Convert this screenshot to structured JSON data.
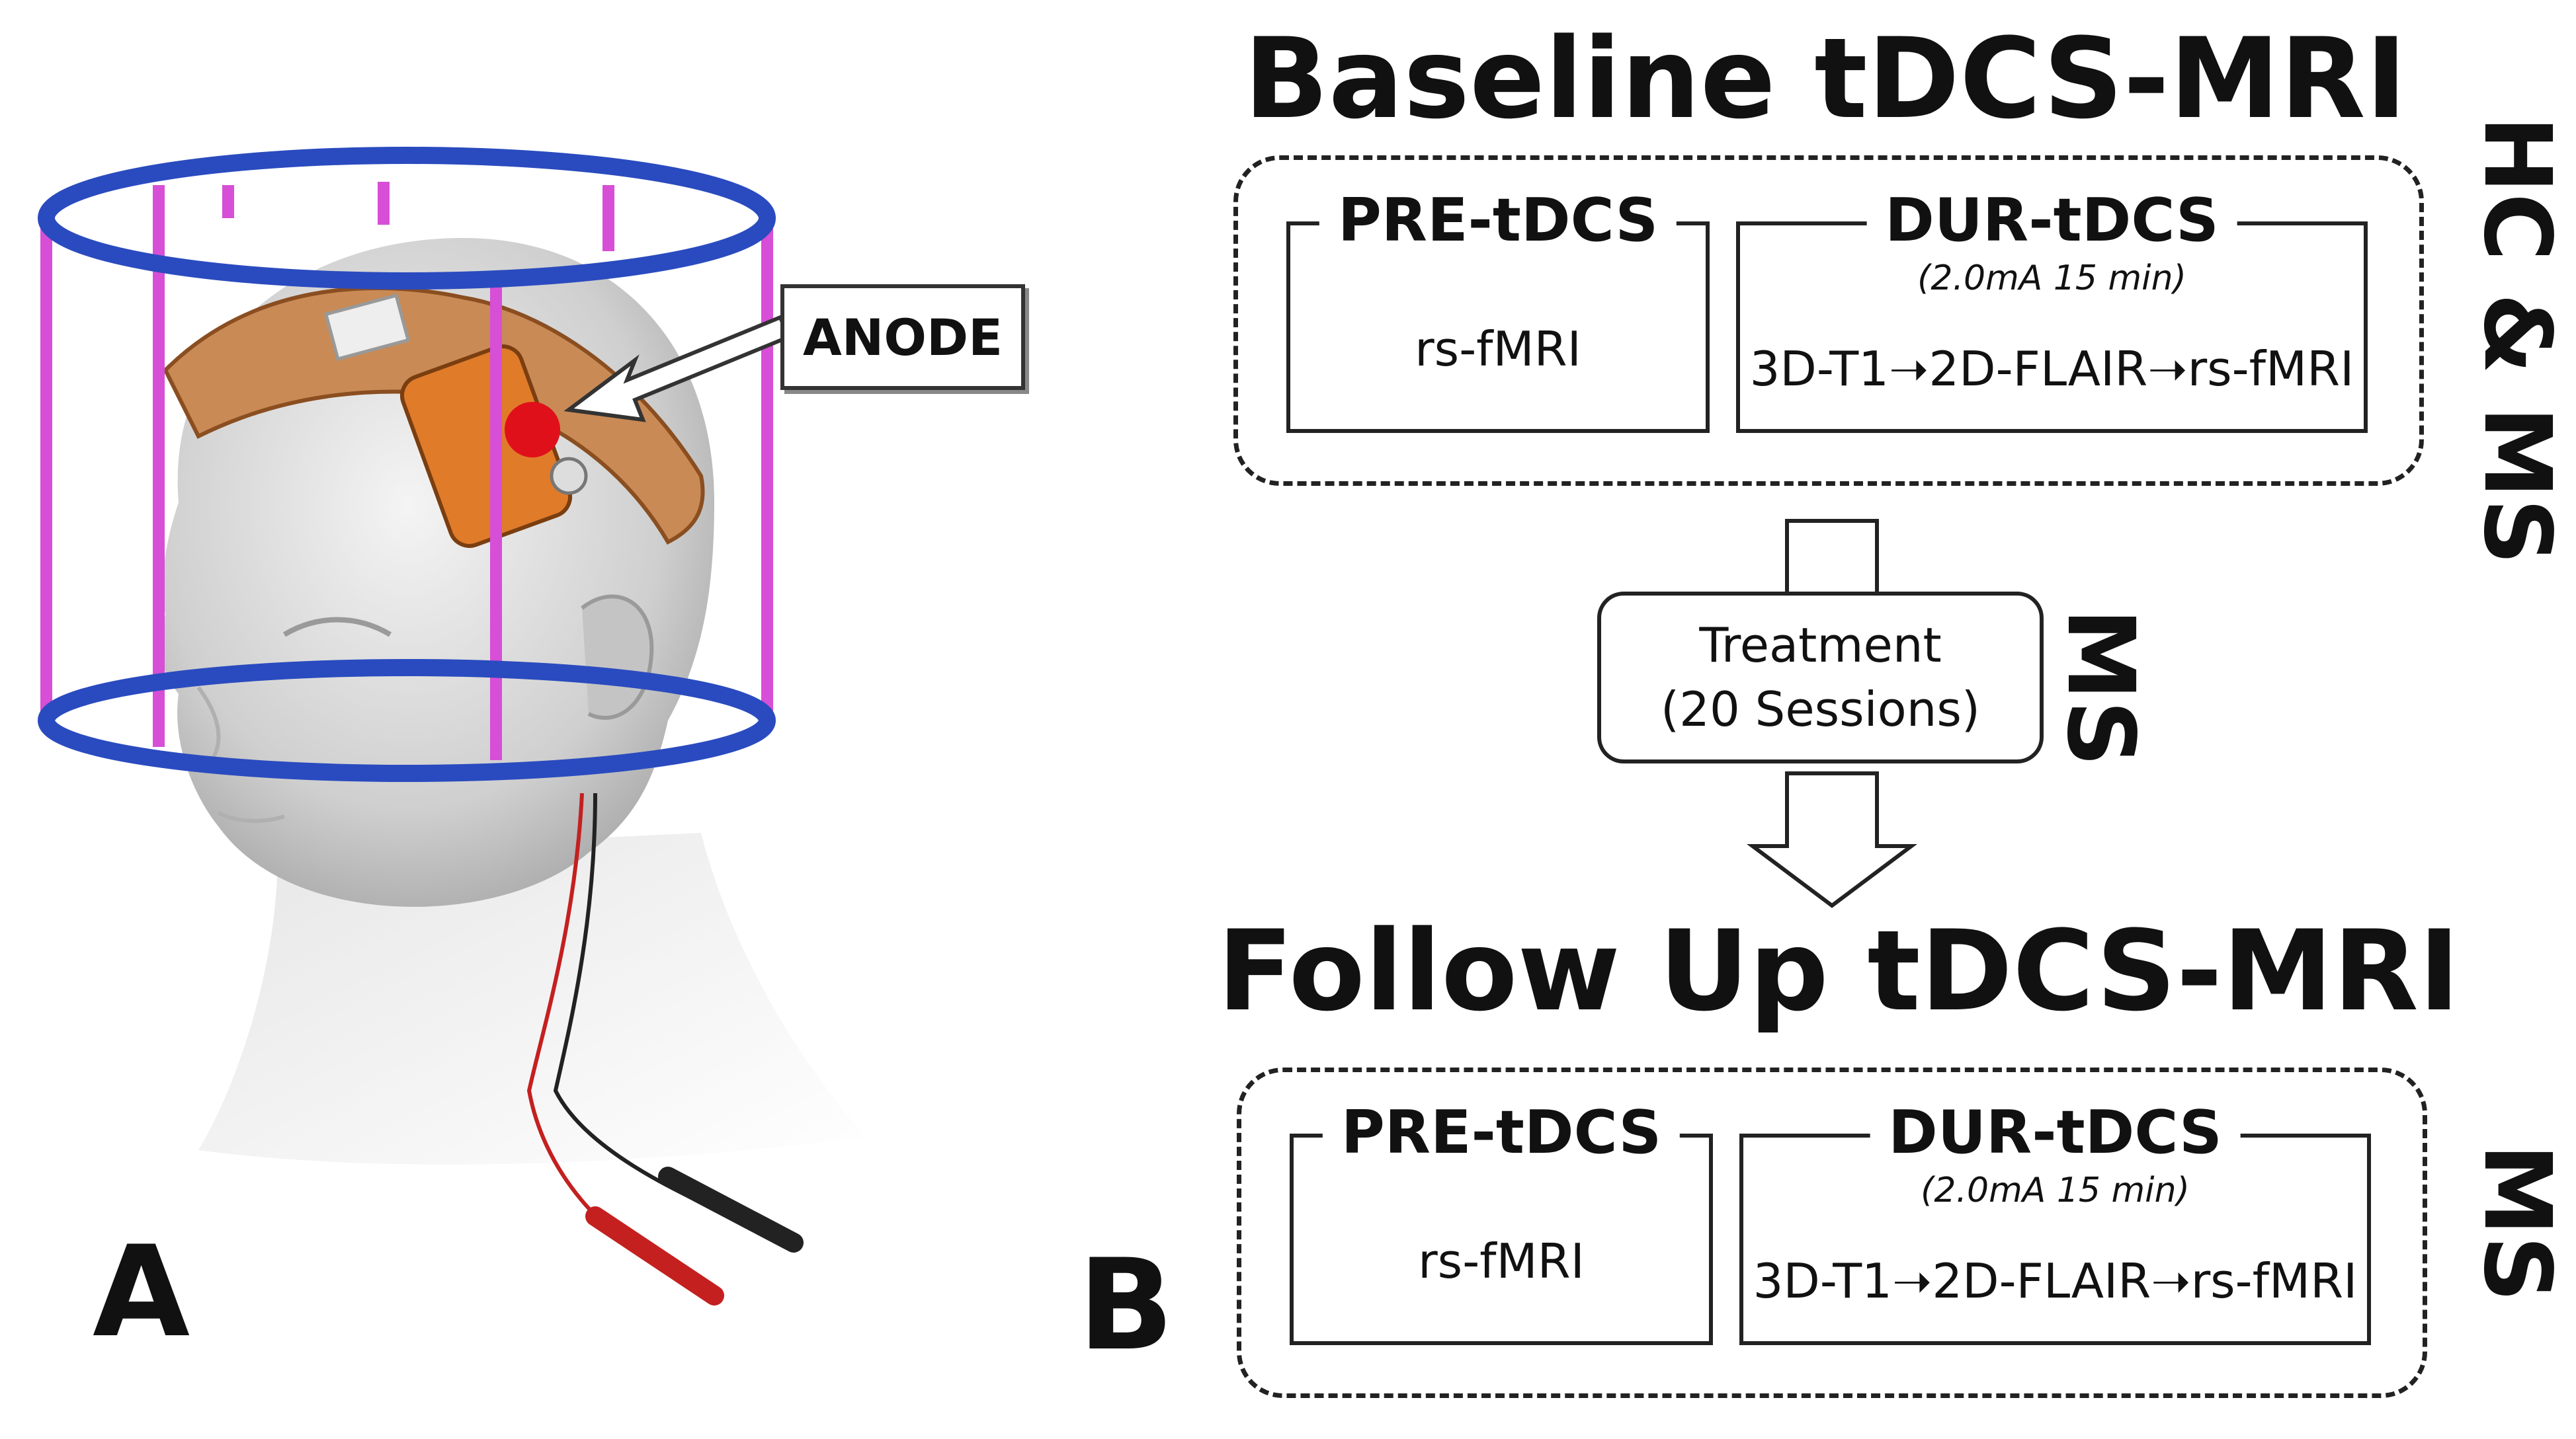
{
  "panel_a": {
    "letter": "A",
    "callout": "ANODE"
  },
  "panel_b": {
    "letter": "B",
    "baseline": {
      "title": "Baseline tDCS-MRI",
      "group_label": "HC & MS",
      "pre": {
        "title": "PRE-tDCS",
        "body": "rs-fMRI"
      },
      "dur": {
        "title": "DUR-tDCS",
        "sub": "(2.0mA 15 min)",
        "body": "3D-T1➝2D-FLAIR➝rs-fMRI"
      }
    },
    "treatment": {
      "line1": "Treatment",
      "line2": "(20 Sessions)",
      "group_label": "MS"
    },
    "follow_up": {
      "title": "Follow Up tDCS-MRI",
      "group_label": "MS",
      "pre": {
        "title": "PRE-tDCS",
        "body": "rs-fMRI"
      },
      "dur": {
        "title": "DUR-tDCS",
        "sub": "(2.0mA 15 min)",
        "body": "3D-T1➝2D-FLAIR➝rs-fMRI"
      }
    }
  },
  "colors": {
    "coil_ring": "#2a4bbf",
    "coil_rod": "#d64fd6",
    "electrode": "#e07b2a",
    "anode_dot": "#e0101a",
    "lead_red": "#c42020",
    "lead_black": "#222222"
  }
}
